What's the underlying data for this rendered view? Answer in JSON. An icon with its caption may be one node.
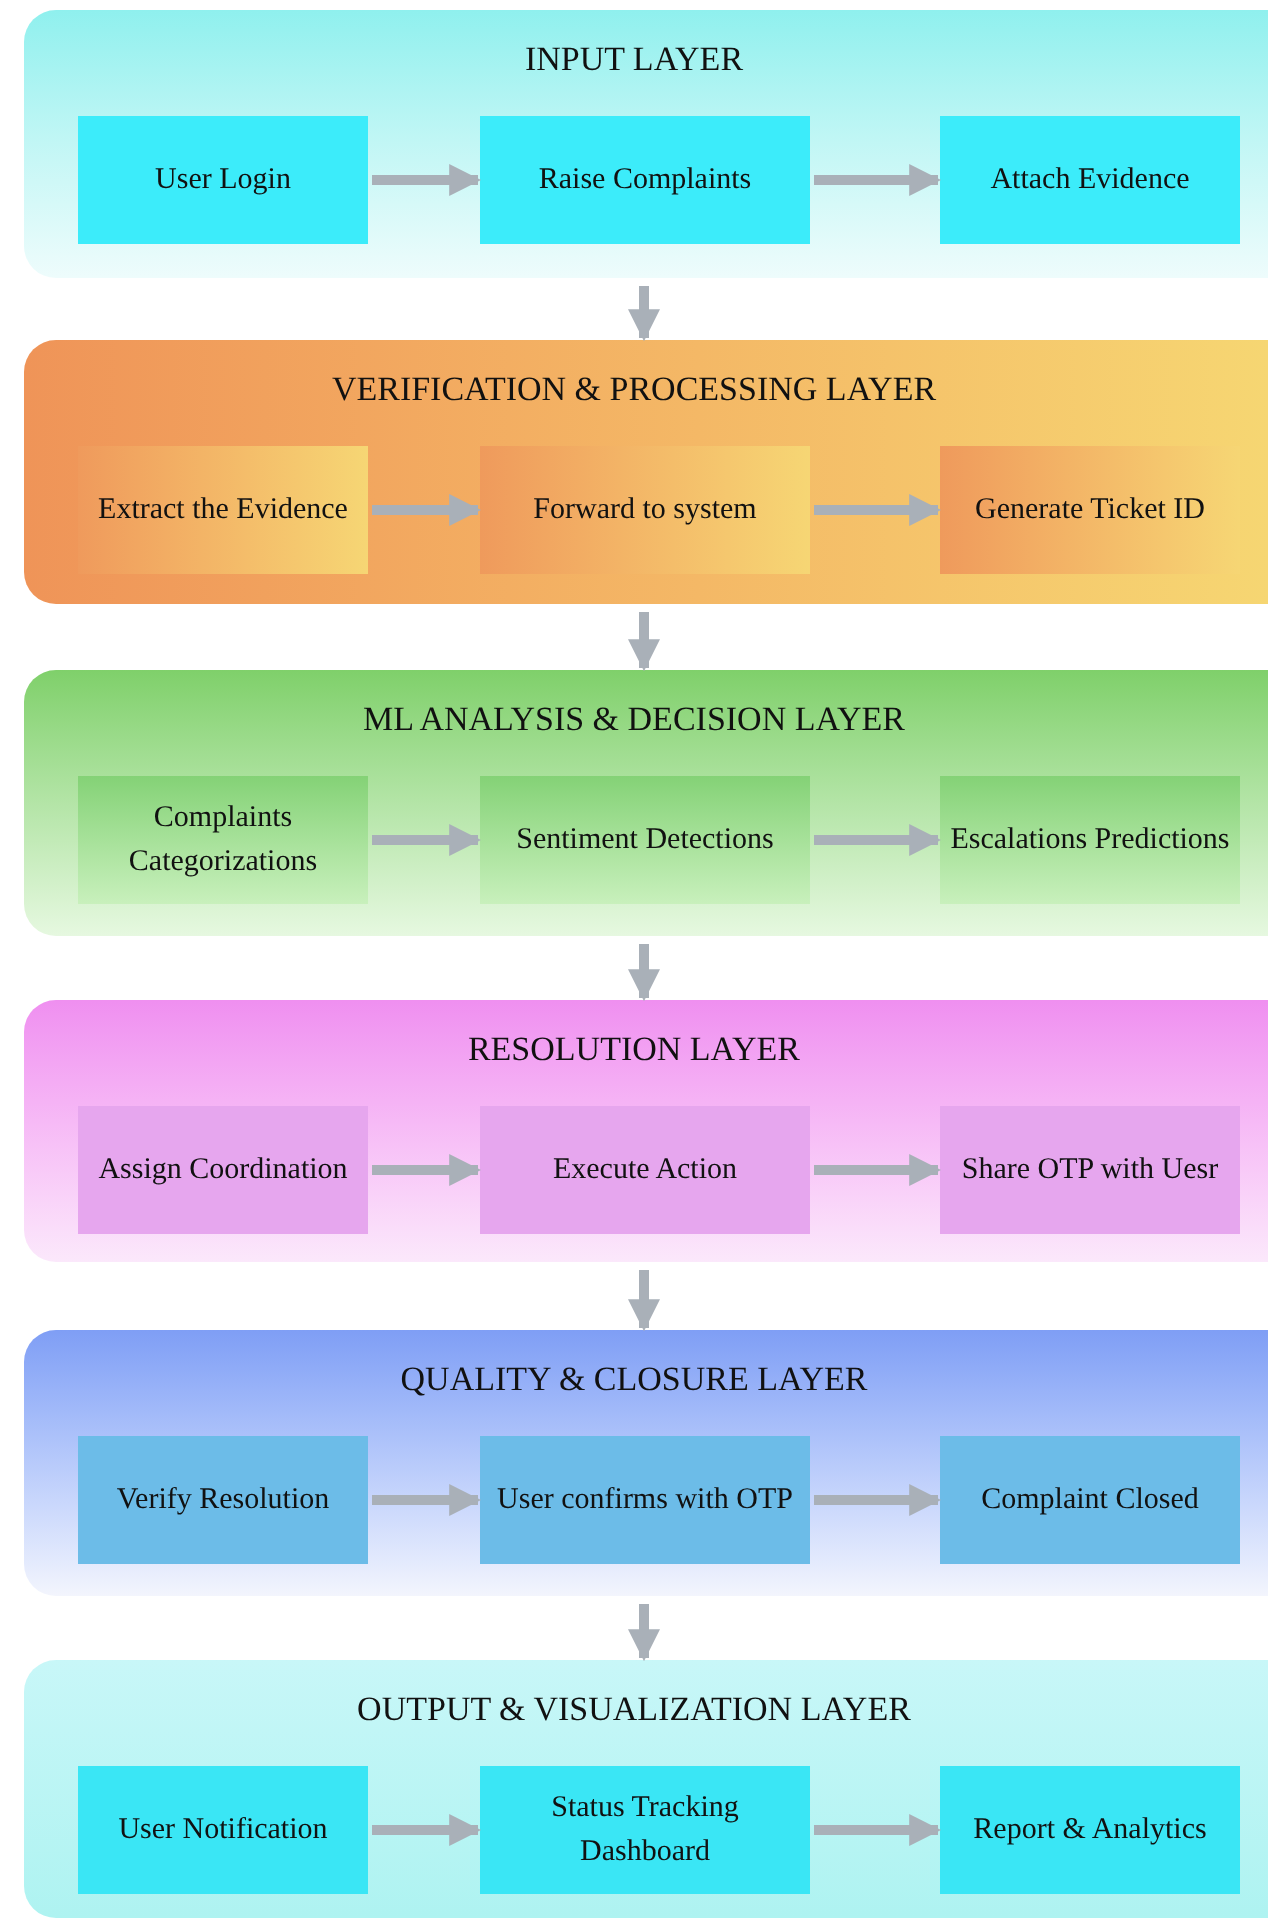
{
  "diagram": {
    "nodes": [
      {
        "text": [
          "INPUT LAYER"
        ]
      },
      {
        "text": [
          "User Login"
        ],
        "in": 0
      },
      {
        "text": [
          "Raise Complaints"
        ],
        "in": 0
      },
      {
        "text": [
          "Attach Evidence"
        ],
        "in": 0
      },
      {
        "text": [
          "VERIFICATION & PROCESSING LAYER"
        ]
      },
      {
        "text": [
          "Extract the Evidence"
        ],
        "in": 4
      },
      {
        "text": [
          "Forward to system"
        ],
        "in": 4
      },
      {
        "text": [
          "Generate Ticket ID"
        ],
        "in": 4
      },
      {
        "text": [
          "ML ANALYSIS & DECISION LAYER"
        ]
      },
      {
        "text": [
          "Complaints Categorizations"
        ],
        "in": 8
      },
      {
        "text": [
          "Sentiment Detections"
        ],
        "in": 8
      },
      {
        "text": [
          "Escalations Predictions"
        ],
        "in": 8
      },
      {
        "text": [
          "RESOLUTION LAYER"
        ]
      },
      {
        "text": [
          "Assign Coordination"
        ],
        "in": 12
      },
      {
        "text": [
          "Execute Action"
        ],
        "in": 12
      },
      {
        "text": [
          "Share OTP with Uesr"
        ],
        "in": 12
      },
      {
        "text": [
          "QUALITY & CLOSURE LAYER"
        ]
      },
      {
        "text": [
          "Verify Resolution"
        ],
        "in": 16
      },
      {
        "text": [
          "User confirms with OTP"
        ],
        "in": 16
      },
      {
        "text": [
          "Complaint Closed"
        ],
        "in": 16
      },
      {
        "text": [
          "OUTPUT & VISUALIZATION LAYER"
        ]
      },
      {
        "text": [
          "User Notification"
        ],
        "in": 20
      },
      {
        "text": [
          "Status Tracking Dashboard"
        ],
        "in": 20
      },
      {
        "text": [
          "Report & Analytics"
        ],
        "in": 20
      }
    ],
    "edges": [
      {
        "from": 1,
        "to": 2,
        "arrow": "to"
      },
      {
        "from": 2,
        "to": 3,
        "arrow": "to"
      },
      {
        "from": 0,
        "to": 4,
        "arrow": "to"
      },
      {
        "from": 5,
        "to": 6,
        "arrow": "to"
      },
      {
        "from": 6,
        "to": 7,
        "arrow": "to"
      },
      {
        "from": 4,
        "to": 8,
        "arrow": "to"
      },
      {
        "from": 9,
        "to": 10,
        "arrow": "to"
      },
      {
        "from": 10,
        "to": 11,
        "arrow": "to"
      },
      {
        "from": 8,
        "to": 12,
        "arrow": "to"
      },
      {
        "from": 13,
        "to": 14,
        "arrow": "to"
      },
      {
        "from": 14,
        "to": 15,
        "arrow": "to"
      },
      {
        "from": 12,
        "to": 16,
        "arrow": "to"
      },
      {
        "from": 17,
        "to": 18,
        "arrow": "to"
      },
      {
        "from": 18,
        "to": 19,
        "arrow": "to"
      },
      {
        "from": 16,
        "to": 20,
        "arrow": "to"
      },
      {
        "from": 21,
        "to": 22,
        "arrow": "to"
      },
      {
        "from": 22,
        "to": 23,
        "arrow": "to"
      }
    ]
  }
}
